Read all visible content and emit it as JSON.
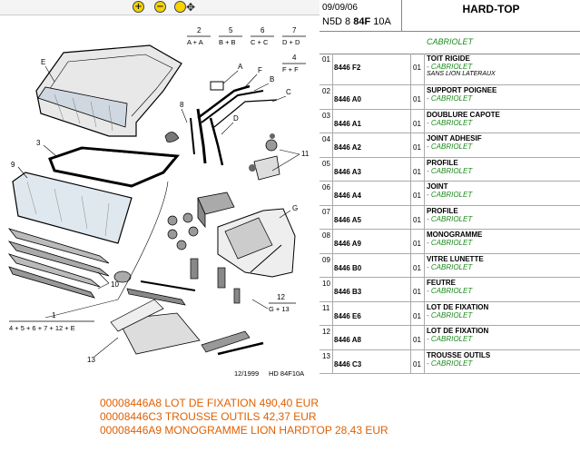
{
  "toolbar": {
    "zoom_in_label": "+",
    "zoom_out_label": "−",
    "pan_label": "✥"
  },
  "diagram": {
    "group_labels": [
      {
        "num": "2",
        "formula": "A + A"
      },
      {
        "num": "5",
        "formula": "B + B"
      },
      {
        "num": "6",
        "formula": "C + C"
      },
      {
        "num": "7",
        "formula": "D + D"
      },
      {
        "num": "4",
        "formula": "F + F"
      },
      {
        "num": "12",
        "formula": "G + 13"
      },
      {
        "num": "1",
        "formula": "4 + 5 + 6 + 7 + 12 + E"
      }
    ],
    "callouts": [
      "E",
      "A",
      "F",
      "B",
      "C",
      "8",
      "D",
      "3",
      "11",
      "9",
      "G",
      "10",
      "13"
    ],
    "footer_date": "12/1999",
    "footer_ref": "HD 84F10A"
  },
  "header": {
    "date": "09/09/06",
    "ref_prefix": "N5D 8",
    "ref_bold": "84F",
    "ref_suffix": "10A",
    "title": "HARD-TOP"
  },
  "section_title": "CABRIOLET",
  "parts": [
    {
      "num": "01",
      "ref": "8446 F2",
      "qty": "01",
      "desc": "TOIT RIGIDE",
      "variant": "- CABRIOLET",
      "note": "SANS LION LATERAUX"
    },
    {
      "num": "02",
      "ref": "8446 A0",
      "qty": "01",
      "desc": "SUPPORT POIGNEE",
      "variant": "- CABRIOLET",
      "note": ""
    },
    {
      "num": "03",
      "ref": "8446 A1",
      "qty": "01",
      "desc": "DOUBLURE CAPOTE",
      "variant": "- CABRIOLET",
      "note": ""
    },
    {
      "num": "04",
      "ref": "8446 A2",
      "qty": "01",
      "desc": "JOINT ADHESIF",
      "variant": "- CABRIOLET",
      "note": ""
    },
    {
      "num": "05",
      "ref": "8446 A3",
      "qty": "01",
      "desc": "PROFILE",
      "variant": "- CABRIOLET",
      "note": ""
    },
    {
      "num": "06",
      "ref": "8446 A4",
      "qty": "01",
      "desc": "JOINT",
      "variant": "- CABRIOLET",
      "note": ""
    },
    {
      "num": "07",
      "ref": "8446 A5",
      "qty": "01",
      "desc": "PROFILE",
      "variant": "- CABRIOLET",
      "note": ""
    },
    {
      "num": "08",
      "ref": "8446 A9",
      "qty": "01",
      "desc": "MONOGRAMME",
      "variant": "- CABRIOLET",
      "note": ""
    },
    {
      "num": "09",
      "ref": "8446 B0",
      "qty": "01",
      "desc": "VITRE LUNETTE",
      "variant": "- CABRIOLET",
      "note": ""
    },
    {
      "num": "10",
      "ref": "8446 B3",
      "qty": "01",
      "desc": "FEUTRE",
      "variant": "- CABRIOLET",
      "note": ""
    },
    {
      "num": "11",
      "ref": "8446 E6",
      "qty": "01",
      "desc": "LOT DE FIXATION",
      "variant": "- CABRIOLET",
      "note": ""
    },
    {
      "num": "12",
      "ref": "8446 A8",
      "qty": "01",
      "desc": "LOT DE FIXATION",
      "variant": "- CABRIOLET",
      "note": ""
    },
    {
      "num": "13",
      "ref": "8446 C3",
      "qty": "01",
      "desc": "TROUSSE OUTILS",
      "variant": "- CABRIOLET",
      "note": ""
    }
  ],
  "price_lines": [
    "00008446A8  LOT DE FIXATION 490,40 EUR",
    "00008446C3  TROUSSE OUTILS  42,37 EUR",
    "00008446A9  MONOGRAMME LION HARDTOP 28,43 EUR"
  ],
  "colors": {
    "variant_green": "#1a8a1a",
    "price_orange": "#e06000"
  }
}
